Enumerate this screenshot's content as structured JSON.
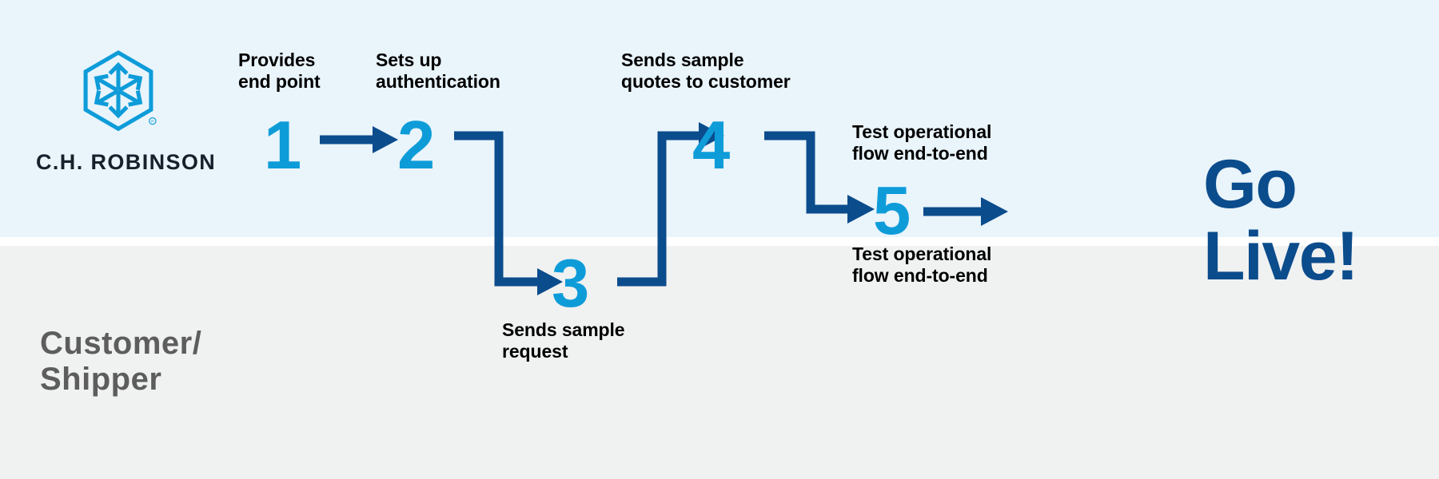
{
  "brand": {
    "name": "C.H. ROBINSON",
    "logo_icon": "chrobinson-hexagon-logo",
    "logo_color": "#0e9cd9",
    "wordmark_color": "#17212b",
    "registered_mark": "®"
  },
  "theme": {
    "band_top_color": "#e9f4fb",
    "band_bottom_color": "#f0f1f1",
    "number_color": "#0e9cd9",
    "connector_color": "#0b4c8c",
    "caption_color": "#000000",
    "lane_label_color": "#5d5d5d",
    "go_live_color": "#0b4c8c"
  },
  "lanes": [
    {
      "id": "chrobinson",
      "label": ""
    },
    {
      "id": "customer",
      "label": "Customer/\nShipper"
    }
  ],
  "steps": [
    {
      "number": "1",
      "caption": "Provides\nend point",
      "caption_position": "above",
      "lane": "chrobinson"
    },
    {
      "number": "2",
      "caption": "Sets up\nauthentication",
      "caption_position": "above",
      "lane": "chrobinson"
    },
    {
      "number": "3",
      "caption": "Sends sample\nrequest",
      "caption_position": "below",
      "lane": "customer"
    },
    {
      "number": "4",
      "caption": "Sends sample\nquotes to customer",
      "caption_position": "above",
      "lane": "chrobinson"
    },
    {
      "number": "5",
      "caption_above": "Test operational\nflow end-to-end",
      "caption_below": "Test operational\nflow end-to-end",
      "lane": "boundary"
    }
  ],
  "connectors": [
    {
      "from": "1",
      "to": "2",
      "shape": "straight-right"
    },
    {
      "from": "2",
      "to": "3",
      "shape": "elbow-down-right"
    },
    {
      "from": "3",
      "to": "4",
      "shape": "elbow-up-right"
    },
    {
      "from": "4",
      "to": "5",
      "shape": "elbow-down-right"
    },
    {
      "from": "5",
      "to": "go-live",
      "shape": "straight-right"
    }
  ],
  "outcome": {
    "label": "Go\nLive!"
  }
}
